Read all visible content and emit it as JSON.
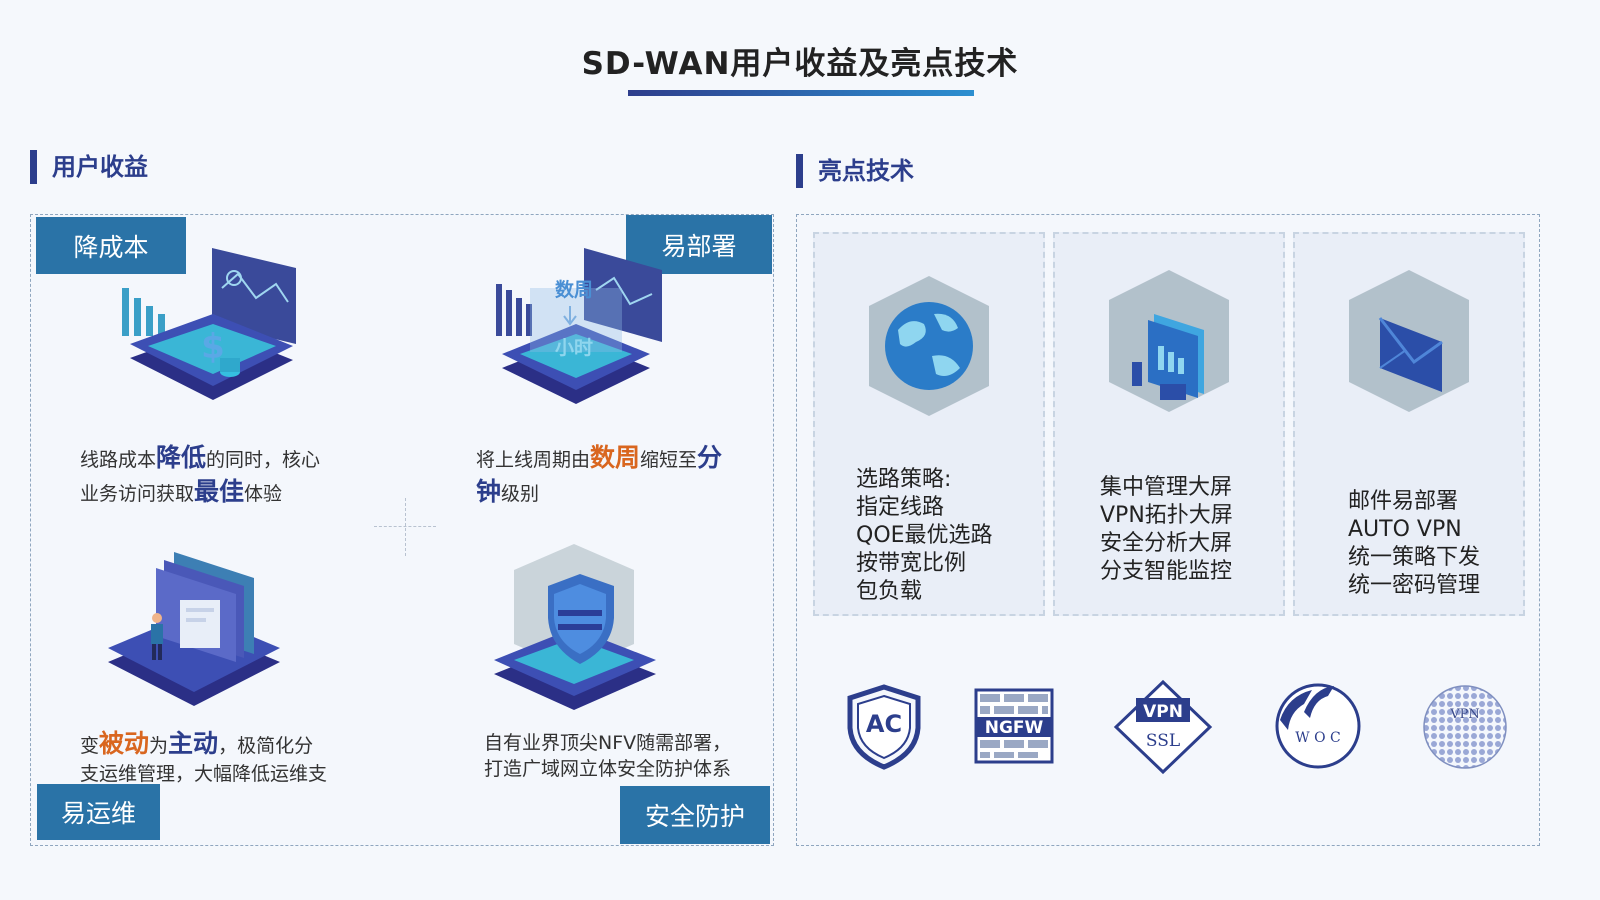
{
  "page": {
    "title": "SD-WAN用户收益及亮点技术"
  },
  "sections": {
    "benefits": "用户收益",
    "highlights": "亮点技术"
  },
  "benefits": {
    "cost": {
      "tag": "降成本",
      "line1": [
        "线路成本",
        "降低",
        "的同时，核心"
      ],
      "line2": [
        "业务访问获取",
        "最佳",
        "体验"
      ]
    },
    "deploy": {
      "tag": "易部署",
      "art_top": "数周",
      "art_bottom": "小时",
      "line1": [
        "将上线周期由",
        "数周",
        "缩短至",
        "分"
      ],
      "line2": [
        "钟",
        "级别"
      ]
    },
    "ops": {
      "tag": "易运维",
      "line1": [
        "变",
        "被动",
        "为",
        "主动",
        "，极简化分"
      ],
      "line2": "支运维管理，大幅降低运维支"
    },
    "security": {
      "tag": "安全防护",
      "line1": "自有业界顶尖NFV随需部署，",
      "line2": "打造广域网立体安全防护体系"
    }
  },
  "highlights": {
    "cards": [
      {
        "icon": "globe-icon",
        "lines": [
          "选路策略:",
          "指定线路",
          "QOE最优选路",
          "按带宽比例",
          "包负载"
        ]
      },
      {
        "icon": "dashboard-screen-icon",
        "lines": [
          "集中管理大屏",
          "VPN拓扑大屏",
          "安全分析大屏",
          "分支智能监控"
        ]
      },
      {
        "icon": "envelope-icon",
        "lines": [
          "邮件易部署",
          "AUTO VPN",
          "统一策略下发",
          "统一密码管理"
        ]
      }
    ],
    "badges": [
      {
        "icon": "ac-shield-icon",
        "label": "AC"
      },
      {
        "icon": "ngfw-firewall-icon",
        "label": "NGFW"
      },
      {
        "icon": "vpn-ssl-icon",
        "label_top": "VPN",
        "label_bottom": "SSL"
      },
      {
        "icon": "woc-icon",
        "label": "W O C"
      },
      {
        "icon": "vpn-globe-icon",
        "label": "VPN"
      }
    ]
  },
  "colors": {
    "navy": "#2c3e8c",
    "ribbon": "#2a73a7",
    "orange": "#d9661f",
    "cyan": "#3fc3e0"
  }
}
